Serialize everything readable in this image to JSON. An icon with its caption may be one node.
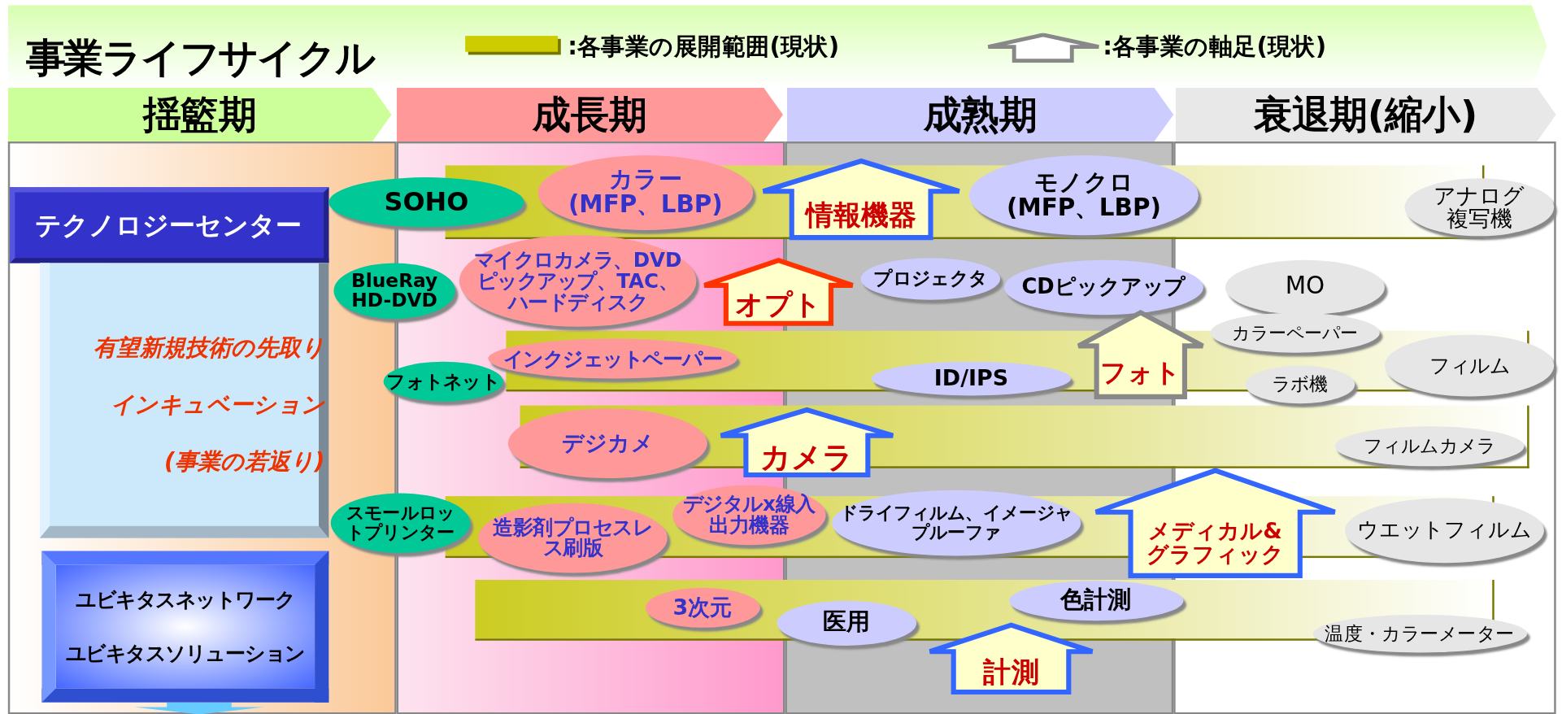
{
  "diagram": {
    "title": "事業ライフサイクル",
    "nodes": [
      {
        "text": [
          "揺籃期"
        ]
      },
      {
        "text": [
          "成長期"
        ]
      },
      {
        "text": [
          "成熟期"
        ]
      },
      {
        "text": [
          "衰退期(縮小)"
        ]
      },
      {
        "text": [
          "テクノロジーセンター"
        ]
      },
      {
        "text": [
          "有望新規技術の先取り",
          "インキュベーション",
          "(事業の若返り)"
        ]
      },
      {
        "text": [
          "ユビキタスネットワーク",
          "ユビキタスソリューション"
        ]
      },
      {
        "text": [
          "SOHO"
        ]
      },
      {
        "text": [
          "カラー (MFP、LBP)"
        ]
      },
      {
        "text": [
          "情報機器"
        ]
      },
      {
        "text": [
          "モノクロ (MFP、LBP)"
        ]
      },
      {
        "text": [
          "アナログ複写機"
        ]
      },
      {
        "text": [
          "BlueRay HD-DVD"
        ]
      },
      {
        "text": [
          "マイクロカメラ、DVDピックアップ、TAC、ハードディスク"
        ]
      },
      {
        "text": [
          "オプト"
        ]
      },
      {
        "text": [
          "プロジェクタ"
        ]
      },
      {
        "text": [
          "CDピックアップ"
        ]
      },
      {
        "text": [
          "MO"
        ]
      },
      {
        "text": [
          "フォトネット"
        ]
      },
      {
        "text": [
          "インクジェットペーパー"
        ]
      },
      {
        "text": [
          "ID/IPS"
        ]
      },
      {
        "text": [
          "カラーペーパー"
        ]
      },
      {
        "text": [
          "フォト"
        ]
      },
      {
        "text": [
          "ラボ機"
        ]
      },
      {
        "text": [
          "フィルム"
        ]
      },
      {
        "text": [
          "デジカメ"
        ]
      },
      {
        "text": [
          "カメラ"
        ]
      },
      {
        "text": [
          "フィルムカメラ"
        ]
      },
      {
        "text": [
          "スモールロットプリンター"
        ]
      },
      {
        "text": [
          "造影剤プロセスレス刷版"
        ]
      },
      {
        "text": [
          "デジタルx線入出力機器"
        ]
      },
      {
        "text": [
          "ドライフィルム、イメージャプルーファ"
        ]
      },
      {
        "text": [
          "メディカル&グラフィック"
        ]
      },
      {
        "text": [
          "ウエットフィルム"
        ]
      },
      {
        "text": [
          "3次元"
        ]
      },
      {
        "text": [
          "色計測"
        ]
      },
      {
        "text": [
          "医用"
        ]
      },
      {
        "text": [
          "計測"
        ]
      },
      {
        "text": [
          "温度・カラーメーター"
        ]
      }
    ],
    "legend": [
      {
        "text": ":各事業の展開範囲(現状)",
        "color": "#cccc00"
      },
      {
        "text": ":各事業の軸足(現状)"
      }
    ]
  }
}
